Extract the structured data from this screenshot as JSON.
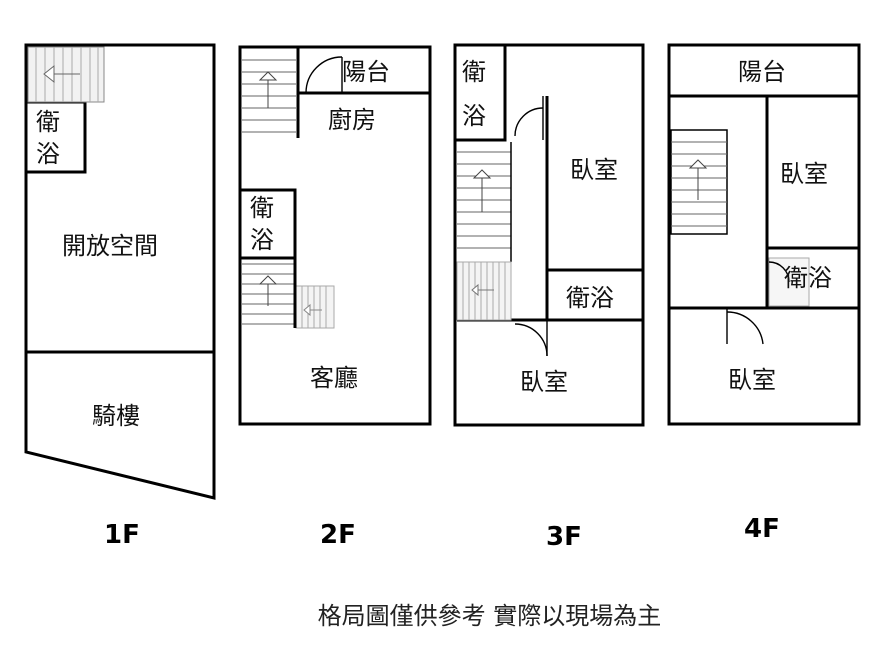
{
  "floors": {
    "f1": {
      "label": "1F",
      "rooms": {
        "bath_top": "衛",
        "bath_bottom": "浴",
        "open_space": "開放空間",
        "arcade": "騎樓"
      }
    },
    "f2": {
      "label": "2F",
      "rooms": {
        "balcony": "陽台",
        "kitchen": "廚房",
        "bath_top": "衛",
        "bath_bottom": "浴",
        "living": "客廳"
      }
    },
    "f3": {
      "label": "3F",
      "rooms": {
        "bath_a_top": "衛",
        "bath_a_bottom": "浴",
        "bedroom_a": "臥室",
        "bath_b": "衛浴",
        "bedroom_b": "臥室"
      }
    },
    "f4": {
      "label": "4F",
      "rooms": {
        "balcony": "陽台",
        "bedroom_a": "臥室",
        "bath": "衛浴",
        "bedroom_b": "臥室"
      }
    }
  },
  "caption": "格局圖僅供參考 實際以現場為主"
}
